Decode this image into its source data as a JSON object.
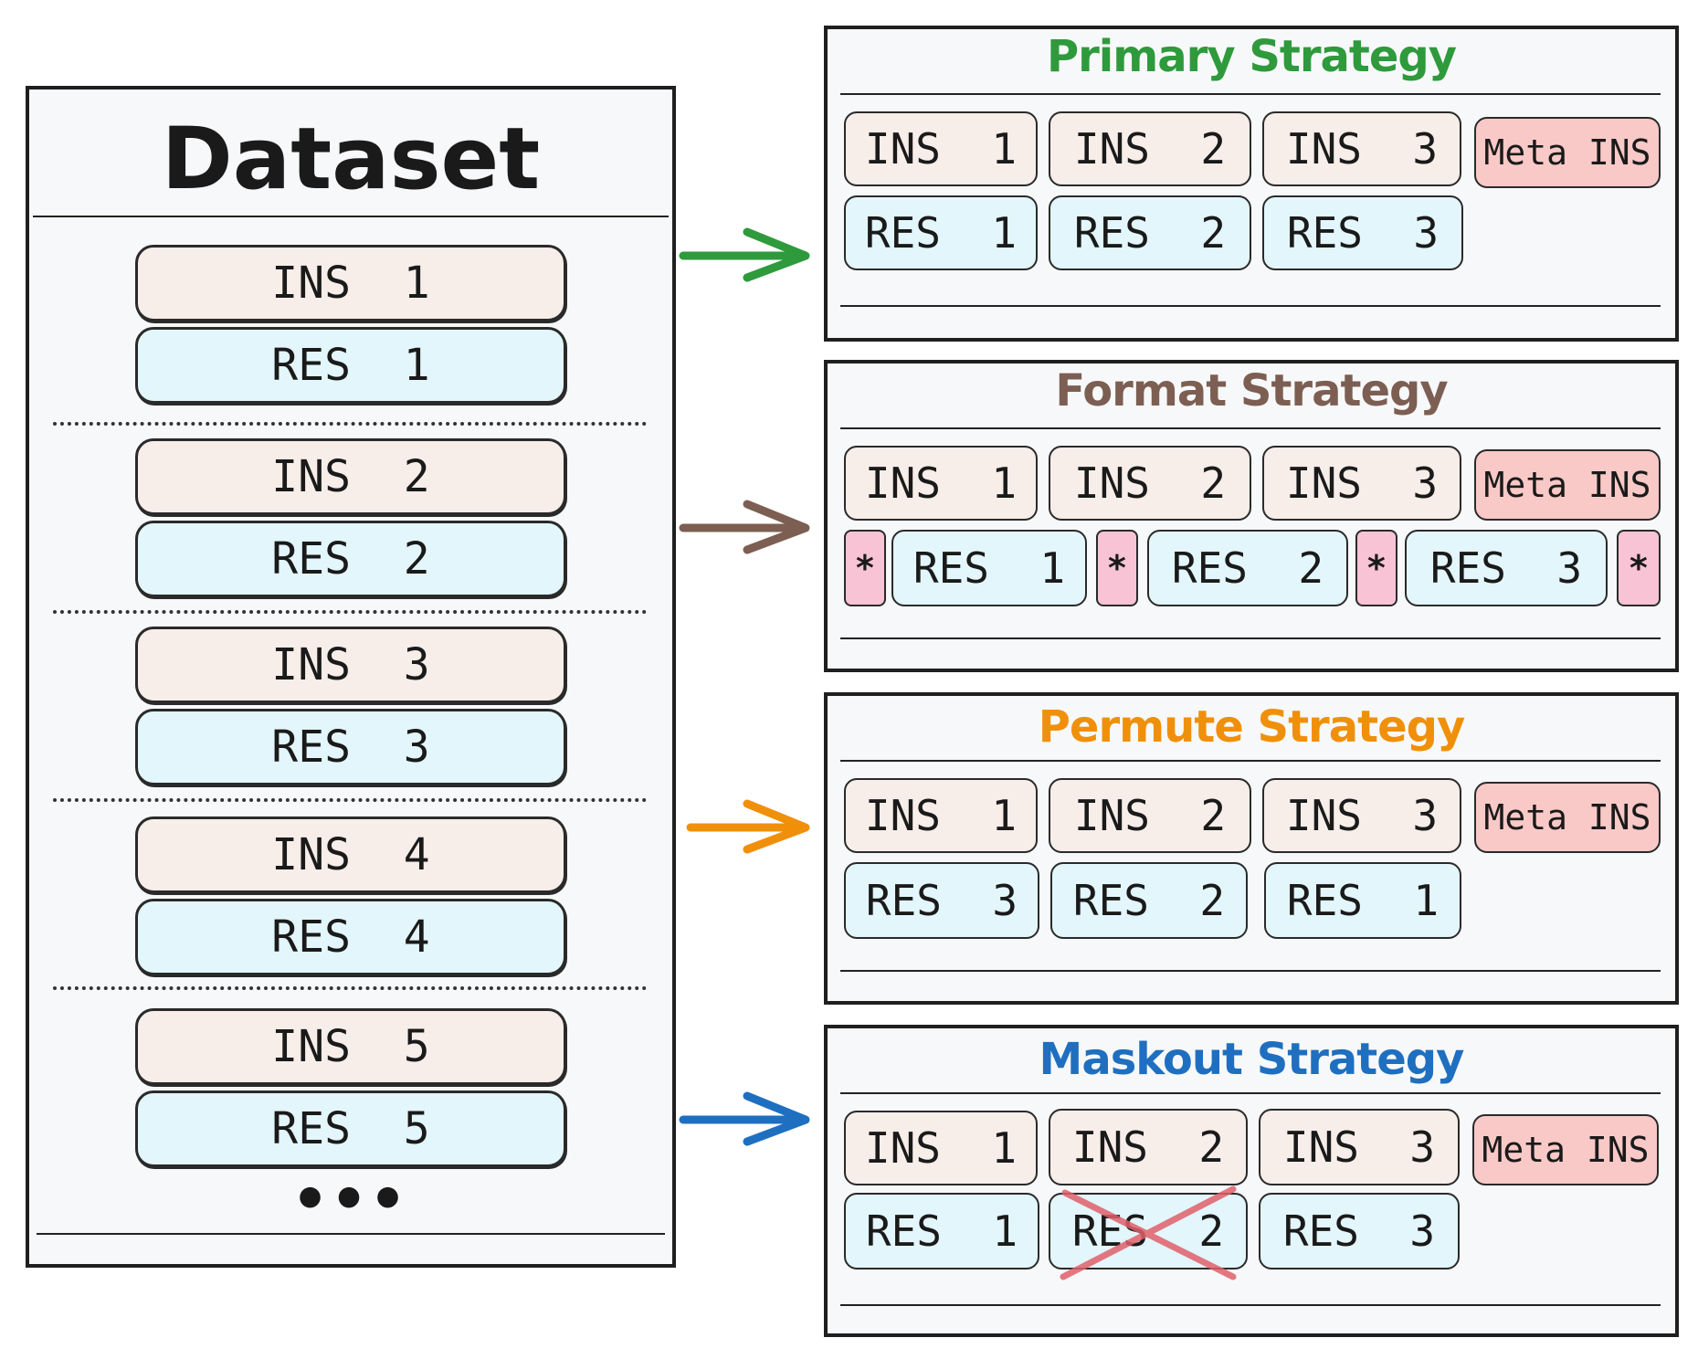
{
  "dataset": {
    "title": "Dataset",
    "pairs": [
      {
        "ins": "INS  1",
        "res": "RES  1"
      },
      {
        "ins": "INS  2",
        "res": "RES  2"
      },
      {
        "ins": "INS  3",
        "res": "RES  3"
      },
      {
        "ins": "INS  4",
        "res": "RES  4"
      },
      {
        "ins": "INS  5",
        "res": "RES  5"
      }
    ],
    "ellipsis": "•••"
  },
  "strategies": {
    "primary": {
      "title": "Primary Strategy",
      "color": "#2e9a3c",
      "ins": [
        "INS  1",
        "INS  2",
        "INS  3"
      ],
      "meta": "Meta INS",
      "res": [
        "RES  1",
        "RES  2",
        "RES  3"
      ]
    },
    "format": {
      "title": "Format Strategy",
      "color": "#7c5f52",
      "ins": [
        "INS  1",
        "INS  2",
        "INS  3"
      ],
      "meta": "Meta INS",
      "res": [
        "RES  1",
        "RES  2",
        "RES  3"
      ],
      "marker": "*"
    },
    "permute": {
      "title": "Permute Strategy",
      "color": "#f0900a",
      "ins": [
        "INS  1",
        "INS  2",
        "INS  3"
      ],
      "meta": "Meta INS",
      "res": [
        "RES  3",
        "RES  2",
        "RES  1"
      ]
    },
    "maskout": {
      "title": "Maskout Strategy",
      "color": "#1f6fc0",
      "ins": [
        "INS  1",
        "INS  2",
        "INS  3"
      ],
      "meta": "Meta INS",
      "res": [
        "RES  1",
        "RES  2",
        "RES  3"
      ],
      "masked_index": 1,
      "mask_color": "#e0606a"
    }
  },
  "arrows": {
    "primary": "#2e9a3c",
    "format": "#7c5f52",
    "permute": "#f0900a",
    "maskout": "#1f6fc0"
  }
}
